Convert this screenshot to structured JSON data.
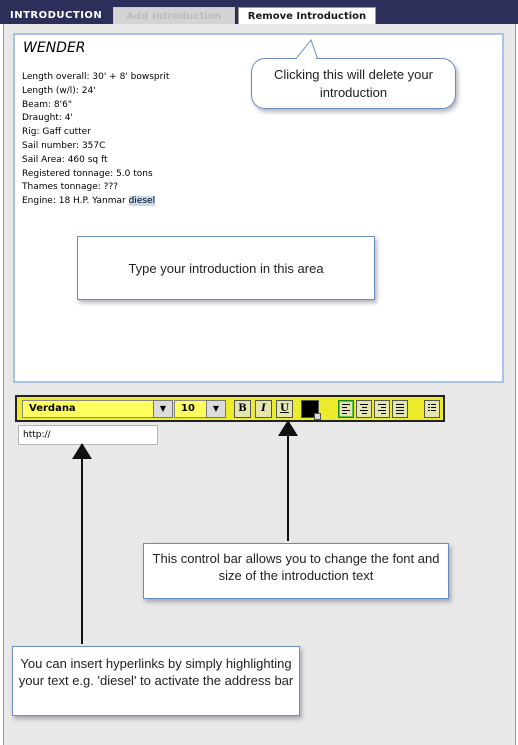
{
  "header": {
    "title": "INTRODUCTION",
    "tabs": [
      {
        "label": "Add Introduction",
        "state": "disabled"
      },
      {
        "label": "Remove Introduction",
        "state": "active"
      }
    ]
  },
  "editor": {
    "heading": "WENDER",
    "lines": [
      "Length overall: 30' + 8' bowsprit",
      "Length (w/l): 24'",
      "Beam: 8'6\"",
      "Draught: 4'",
      "Rig: Gaff cutter",
      "Sail number: 357C",
      "Sail Area: 460 sq ft",
      "Registered tonnage: 5.0 tons",
      "Thames tonnage: ???"
    ],
    "last_line_prefix": "Engine: 18 H.P. Yanmar ",
    "highlighted_word": "diesel"
  },
  "toolbar": {
    "font": "Verdana",
    "size": "10",
    "bold_label": "B",
    "italic_label": "I",
    "underline_label": "U",
    "text_color": "#000000",
    "icons": [
      "chevron-down-icon",
      "align-left-icon",
      "align-center-icon",
      "align-right-icon",
      "align-justify-icon",
      "bullet-list-icon"
    ]
  },
  "url_field": {
    "value": "http://"
  },
  "callouts": {
    "remove_tip": "Clicking this will delete your introduction",
    "area_tip": "Type your introduction in this area",
    "toolbar_tip": "This control bar allows you to change the font and size of the introduction text",
    "link_tip": "You can insert hyperlinks by simply highlighting your text e.g. 'diesel' to activate the address bar"
  },
  "colors": {
    "header_bg": "#2b2f5a",
    "toolbar_bg": "#ecec2c",
    "editor_border": "#a9c2e6",
    "callout_border": "#6c8ebf"
  }
}
